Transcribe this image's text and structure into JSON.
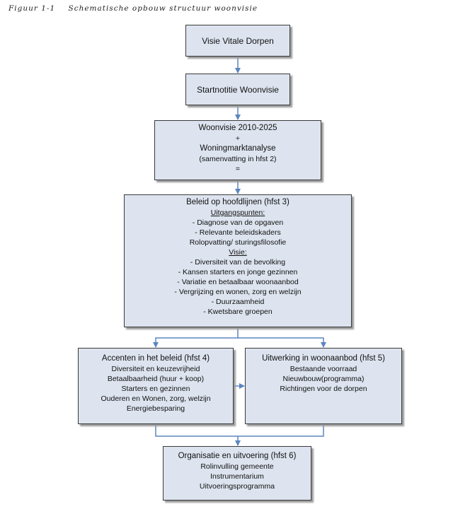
{
  "caption": {
    "number": "Figuur 1-1",
    "title": "Schematische opbouw structuur woonvisie"
  },
  "boxes": {
    "visie": {
      "title": "Visie Vitale Dorpen"
    },
    "startnotitie": {
      "title": "Startnotitie Woonvisie"
    },
    "woonvisie": {
      "lines": [
        "Woonvisie 2010-2025",
        "+",
        "Woningmarktanalyse",
        "(samenvatting in hfst 2)",
        "="
      ]
    },
    "beleid": {
      "title": "Beleid op hoofdlijnen (hfst 3)",
      "uitgangspunten_label": "Uitgangspunten:",
      "uitgangspunten": [
        "- Diagnose van de opgaven",
        "- Relevante beleidskaders",
        "Rolopvatting/ sturingsfilosofie"
      ],
      "visie_label": "Visie:",
      "visie_items": [
        "- Diversiteit van de bevolking",
        "- Kansen starters en jonge gezinnen",
        "- Variatie en betaalbaar woonaanbod",
        "- Vergrijzing en wonen, zorg en welzijn",
        "- Duurzaamheid",
        "- Kwetsbare groepen"
      ]
    },
    "accenten": {
      "title": "Accenten in het beleid (hfst 4)",
      "items": [
        "Diversiteit en keuzevrijheid",
        "Betaalbaarheid (huur + koop)",
        "Starters en gezinnen",
        "Ouderen en Wonen, zorg, welzijn",
        "Energiebesparing"
      ]
    },
    "uitwerking": {
      "title": "Uitwerking in woonaanbod (hfst 5)",
      "items": [
        "Bestaande voorraad",
        "Nieuwbouw(programma)",
        "Richtingen voor de dorpen"
      ]
    },
    "organisatie": {
      "title": "Organisatie en uitvoering (hfst 6)",
      "items": [
        "Rolinvulling gemeente",
        "Instrumentarium",
        "Uitvoeringsprogramma"
      ]
    }
  },
  "colors": {
    "box_fill": "#dde4ef",
    "connector": "#5b86bf",
    "border": "#3a3a3a"
  }
}
